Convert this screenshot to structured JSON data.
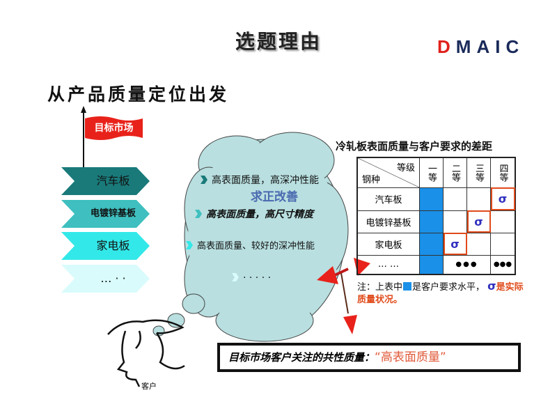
{
  "title": "选题理由",
  "dmaic": {
    "d": "D",
    "rest": "MAIC"
  },
  "subtitle": "从产品质量定位出发",
  "flag_label": "目标市场",
  "segments": [
    "汽车板",
    "电镀锌基板",
    "家电板",
    "… · ·"
  ],
  "requirements": [
    "高表面质量，高深冲性能",
    "高表面质量，高尺寸精度",
    "高表面质量、较好的深冲性能",
    "· · ·  · ·"
  ],
  "watermark": "求正改善",
  "table": {
    "title": "冷轧板表面质量与客户要求的差距",
    "header_grade": "等级",
    "header_steel": "钢种",
    "grades": [
      "一等",
      "二等",
      "三等",
      "四等"
    ],
    "rows": [
      "汽车板",
      "电镀锌基板",
      "家电板",
      "… …"
    ],
    "sigma": "σ",
    "dots": "●●●"
  },
  "note": {
    "prefix": "注：上表中",
    "mid": "是客户要求水平，",
    "sigma": "σ",
    "suffix": "是实际质量状况。"
  },
  "conclusion": {
    "text": "目标市场客户关注的共性质量：",
    "quote": "“高表面质量”"
  },
  "customer_label": "客户",
  "colors": {
    "accent_red": "#e0201a",
    "blue": "#1a90e8",
    "cloud": "#b9dfe0"
  }
}
